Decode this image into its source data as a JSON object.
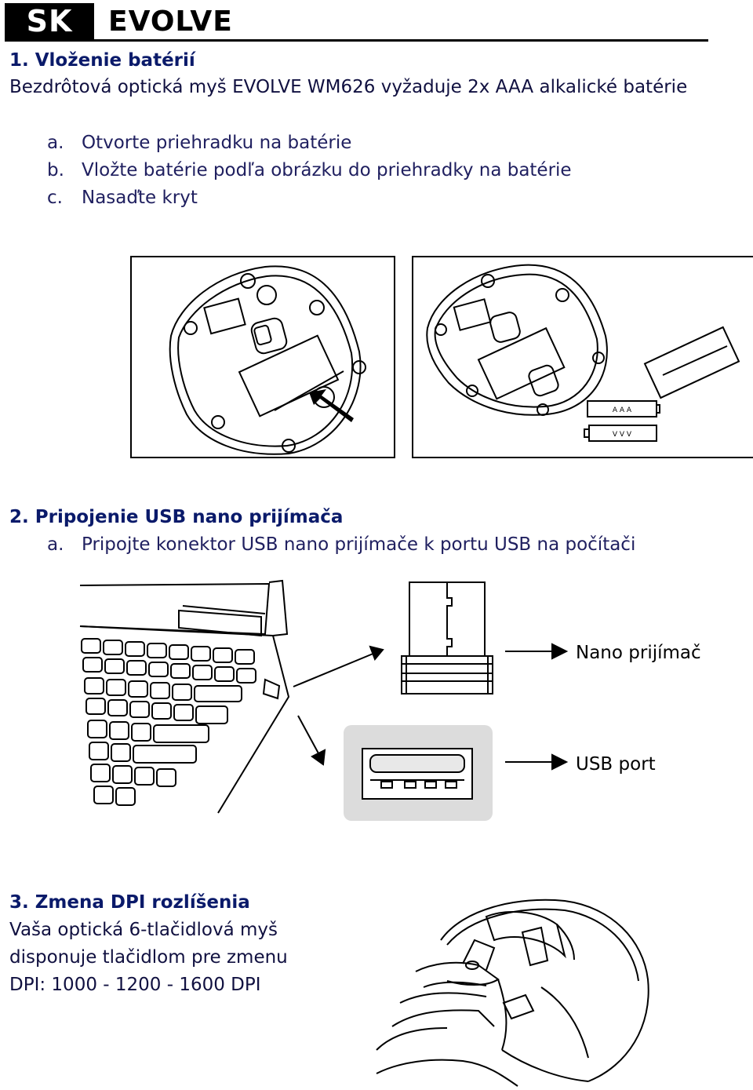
{
  "header": {
    "lang": "SK",
    "brand": "EVOLVE"
  },
  "section1": {
    "heading": "1. Vloženie batérií",
    "intro": "Bezdrôtová optická myš EVOLVE WM626 vyžaduje 2x AAA alkalické batérie",
    "steps": [
      {
        "letter": "a.",
        "text": "Otvorte priehradku na batérie"
      },
      {
        "letter": "b.",
        "text": "Vložte batérie podľa obrázku do priehradky na batérie"
      },
      {
        "letter": "c.",
        "text": "Nasaďte kryt"
      }
    ],
    "battery_labels": [
      "A A A",
      "V V V"
    ]
  },
  "section2": {
    "heading": "2. Pripojenie USB nano prijímača",
    "step": {
      "letter": "a.",
      "text": "Pripojte konektor USB nano prijímače k portu USB na počítači"
    },
    "label_nano": "Nano prijímač",
    "label_usb": "USB port"
  },
  "section3": {
    "heading": "3. Zmena DPI rozlíšenia",
    "lines": [
      "Vaša optická 6-tlačidlová myš",
      "disponuje tlačidlom pre zmenu",
      "DPI: 1000 - 1200 - 1600 DPI"
    ]
  }
}
